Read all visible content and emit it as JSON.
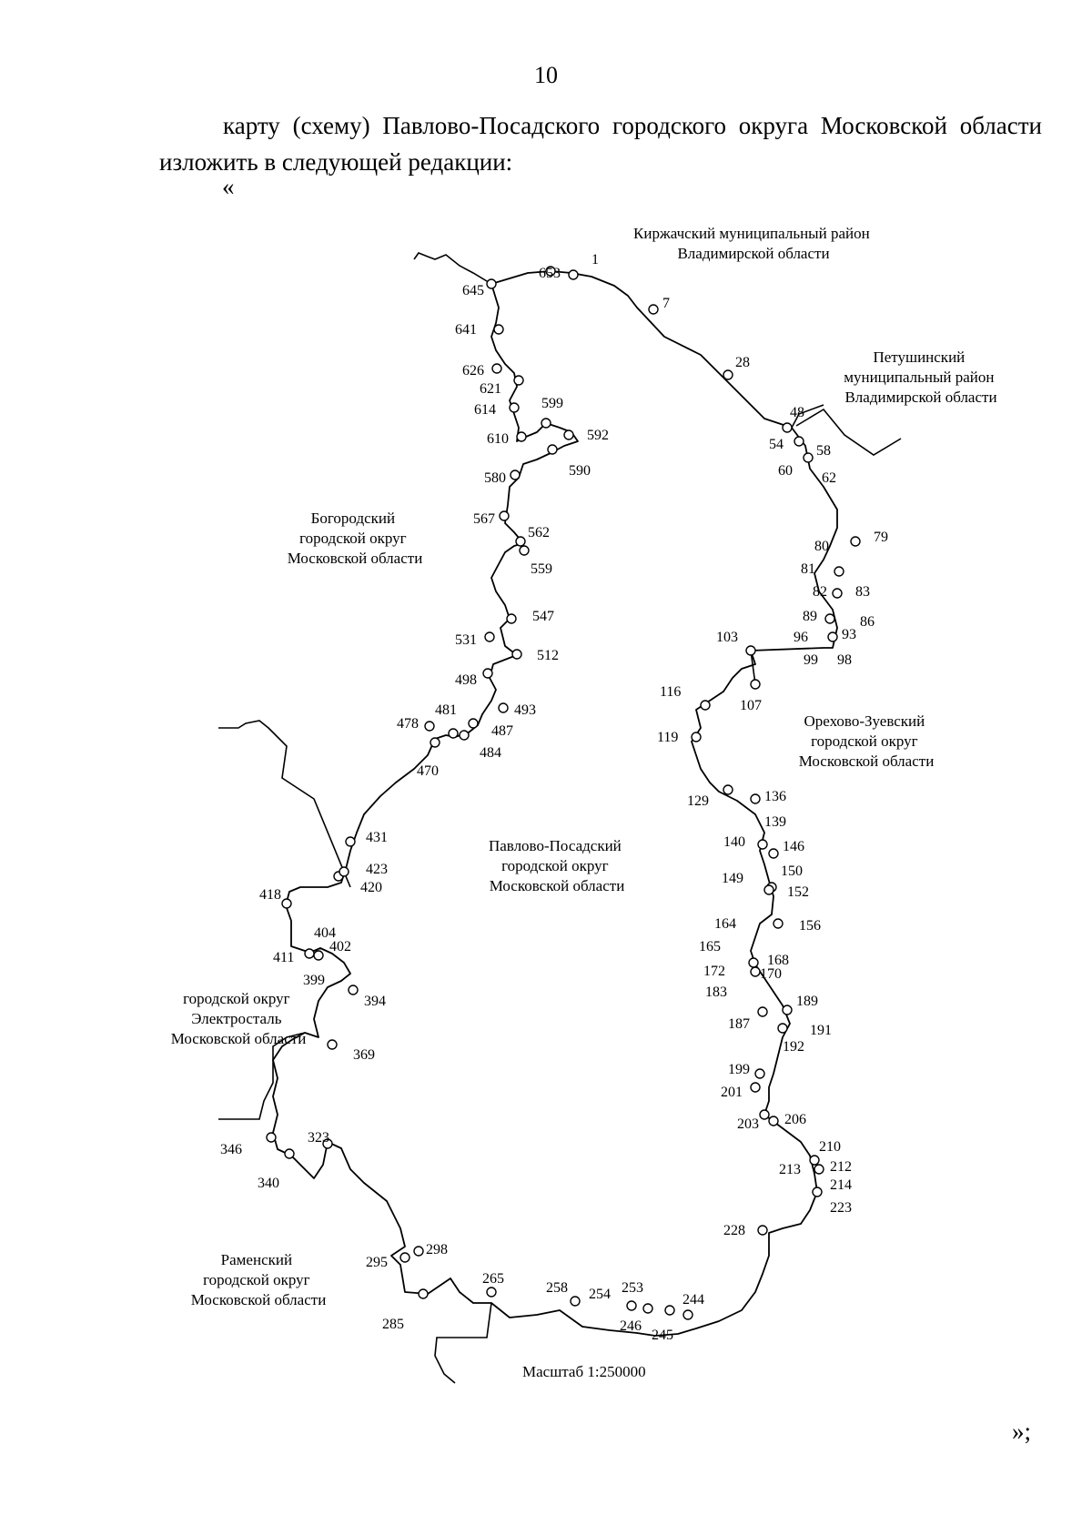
{
  "page": {
    "number": "10",
    "paragraph": "карту (схему) Павлово-Посадского городского округа Московской области изложить в следующей редакции:",
    "open_quote": "«",
    "close_quote": "»;"
  },
  "map": {
    "scale_label": "Масштаб 1:250000",
    "regions": [
      {
        "id": "kirzhach",
        "lines": [
          "Киржачский муниципальный район",
          "Владимирской области"
        ]
      },
      {
        "id": "petushki",
        "lines": [
          "Петушинский",
          "муниципальный район",
          "Владимирской области"
        ]
      },
      {
        "id": "bogorodsky",
        "lines": [
          "Богородский",
          "городской округ",
          "Московской области"
        ]
      },
      {
        "id": "pavlovo-posad",
        "lines": [
          "Павлово-Посадский",
          "городской округ",
          "Московской области"
        ]
      },
      {
        "id": "orekhovo",
        "lines": [
          "Орехово-Зуевский",
          "городской округ",
          "Московской области"
        ]
      },
      {
        "id": "elektrostal",
        "lines": [
          "городской округ",
          "Электросталь",
          "Московской области"
        ]
      },
      {
        "id": "ramensky",
        "lines": [
          "Раменский",
          "городской округ",
          "Московской области"
        ]
      }
    ],
    "point_labels": [
      "1",
      "7",
      "28",
      "48",
      "54",
      "58",
      "60",
      "62",
      "79",
      "80",
      "81",
      "82",
      "83",
      "86",
      "89",
      "93",
      "96",
      "98",
      "99",
      "103",
      "107",
      "116",
      "119",
      "129",
      "136",
      "139",
      "140",
      "146",
      "149",
      "150",
      "152",
      "156",
      "164",
      "165",
      "168",
      "170",
      "172",
      "183",
      "187",
      "189",
      "191",
      "192",
      "199",
      "201",
      "203",
      "206",
      "210",
      "212",
      "213",
      "214",
      "223",
      "228",
      "244",
      "245",
      "246",
      "253",
      "254",
      "258",
      "265",
      "285",
      "295",
      "298",
      "323",
      "340",
      "346",
      "369",
      "394",
      "399",
      "402",
      "404",
      "411",
      "418",
      "420",
      "423",
      "431",
      "470",
      "478",
      "481",
      "484",
      "487",
      "493",
      "498",
      "512",
      "531",
      "547",
      "559",
      "562",
      "567",
      "580",
      "590",
      "592",
      "599",
      "610",
      "614",
      "621",
      "626",
      "641",
      "645",
      "653"
    ]
  }
}
